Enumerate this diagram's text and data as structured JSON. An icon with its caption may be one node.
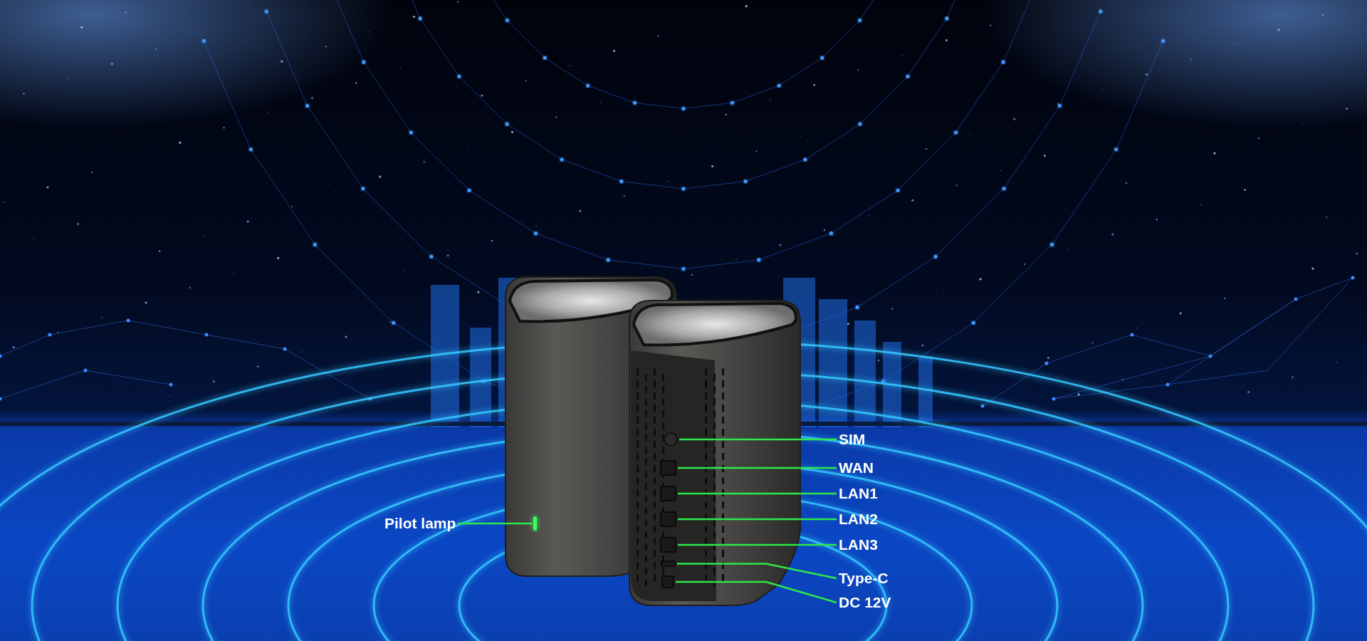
{
  "diagram": {
    "nodes": [
      {
        "text": [
          "Pilot lamp"
        ]
      },
      {
        "text": [
          "SIM"
        ]
      },
      {
        "text": [
          "WAN"
        ]
      },
      {
        "text": [
          "LAN1"
        ]
      },
      {
        "text": [
          "LAN2"
        ]
      },
      {
        "text": [
          "LAN3"
        ]
      },
      {
        "text": [
          "Type-C"
        ]
      },
      {
        "text": [
          "DC 12V"
        ]
      },
      {
        "text": [],
        "shape": "bar"
      },
      {
        "text": [],
        "shape": "circle"
      },
      {
        "text": [],
        "shape": "box"
      },
      {
        "text": [],
        "shape": "box"
      },
      {
        "text": [],
        "shape": "box"
      },
      {
        "text": [],
        "shape": "box"
      },
      {
        "text": [],
        "shape": "box"
      },
      {
        "text": [],
        "shape": "box"
      }
    ],
    "edges": [
      {
        "from": 0,
        "to": 8,
        "arrow": "none"
      },
      {
        "from": 1,
        "to": 9,
        "arrow": "none"
      },
      {
        "from": 2,
        "to": 10,
        "arrow": "none"
      },
      {
        "from": 3,
        "to": 11,
        "arrow": "none"
      },
      {
        "from": 4,
        "to": 12,
        "arrow": "none"
      },
      {
        "from": 5,
        "to": 13,
        "arrow": "none"
      },
      {
        "from": 6,
        "to": 14,
        "arrow": "none"
      },
      {
        "from": 7,
        "to": 15,
        "arrow": "none"
      }
    ]
  }
}
